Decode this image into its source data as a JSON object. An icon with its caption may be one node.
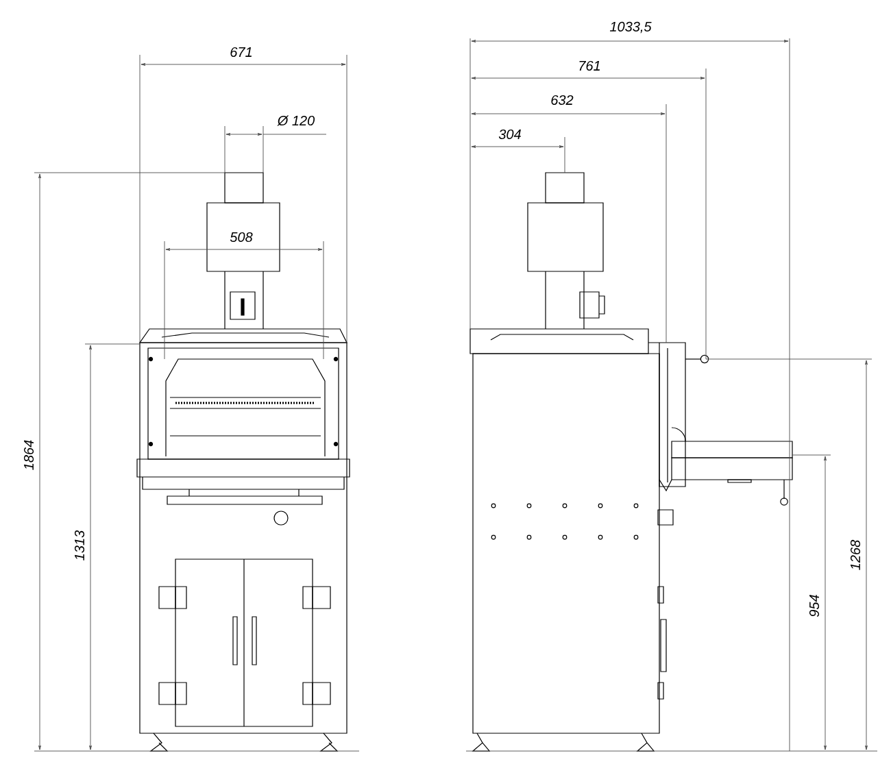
{
  "diagram": {
    "labels": [
      "671",
      "Ø 120",
      "508",
      "1864",
      "1313",
      "1033,5",
      "761",
      "632",
      "304",
      "1268",
      "954"
    ]
  }
}
